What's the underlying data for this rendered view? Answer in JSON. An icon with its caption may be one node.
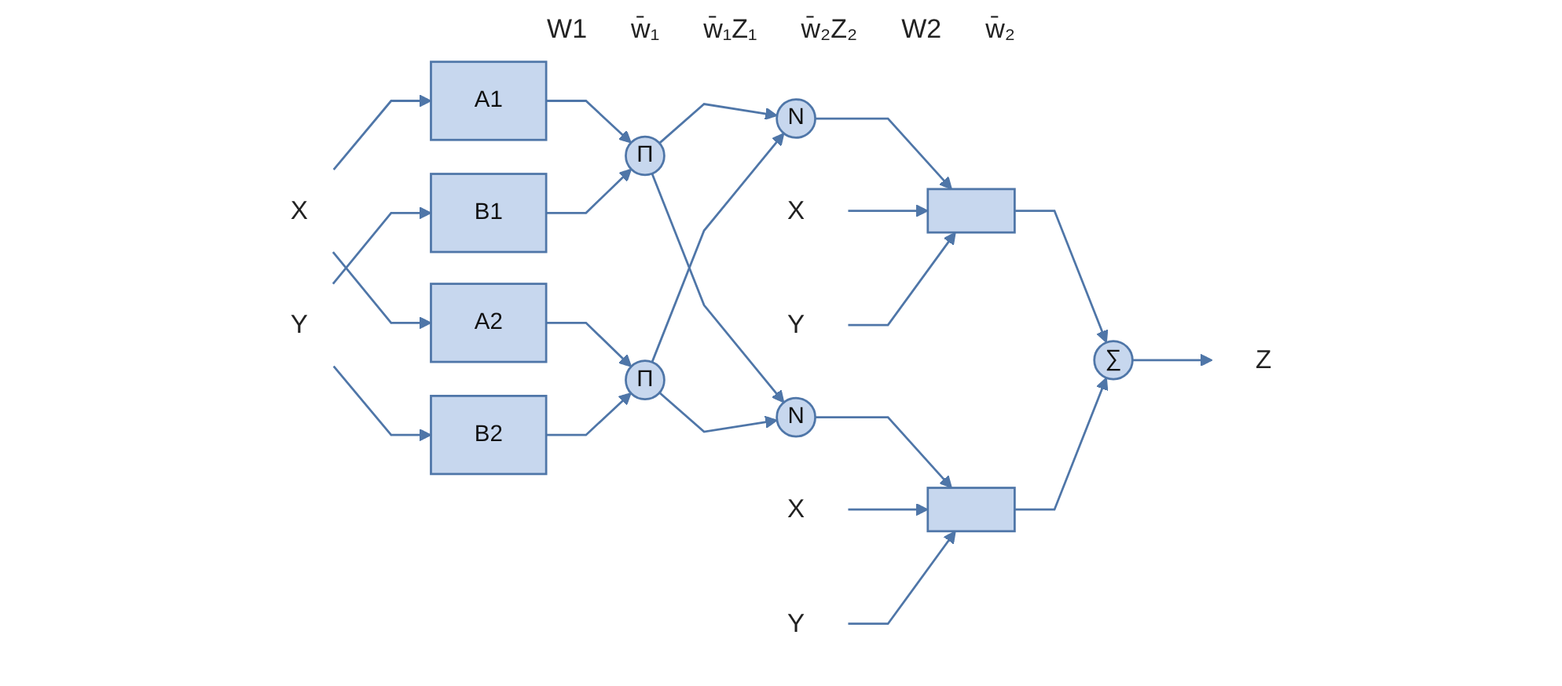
{
  "diagram": {
    "nodes": [
      {
        "text": [
          "X"
        ]
      },
      {
        "text": [
          "A1"
        ]
      },
      {
        "text": [
          "A2"
        ]
      },
      {
        "text": [
          "Y"
        ]
      },
      {
        "text": [
          "B1"
        ]
      },
      {
        "text": [
          "B2"
        ]
      },
      {
        "text": [
          "Π"
        ]
      },
      {
        "text": [
          "Π"
        ]
      },
      {
        "text": [
          "N"
        ]
      },
      {
        "text": [
          "N"
        ]
      },
      {
        "text": [
          "X"
        ]
      },
      {
        "text": [
          "Y"
        ]
      },
      {
        "text": [],
        "shape": "box"
      },
      {
        "text": [],
        "shape": "box"
      },
      {
        "text": [
          "∑"
        ]
      },
      {
        "text": [
          "Z"
        ]
      },
      {
        "text": [
          "X"
        ]
      },
      {
        "text": [
          "Y"
        ]
      }
    ],
    "edges": [
      {
        "from": 0,
        "to": 1,
        "arrow": "to"
      },
      {
        "from": 0,
        "to": 2,
        "arrow": "to"
      },
      {
        "from": 3,
        "to": 4,
        "arrow": "to"
      },
      {
        "from": 3,
        "to": 5,
        "arrow": "to"
      },
      {
        "from": 1,
        "to": 6,
        "arrow": "to"
      },
      {
        "from": 2,
        "to": 7,
        "arrow": "to"
      },
      {
        "from": 4,
        "to": 6,
        "arrow": "to"
      },
      {
        "from": 5,
        "to": 7,
        "arrow": "to"
      },
      {
        "from": 6,
        "to": 8,
        "arrow": "to"
      },
      {
        "from": 6,
        "to": 9,
        "arrow": "to"
      },
      {
        "from": 7,
        "to": 8,
        "arrow": "to"
      },
      {
        "from": 7,
        "to": 9,
        "arrow": "to"
      },
      {
        "from": 8,
        "to": 12,
        "arrow": "to"
      },
      {
        "from": 9,
        "to": 13,
        "arrow": "to"
      },
      {
        "from": 10,
        "to": 12,
        "arrow": "to"
      },
      {
        "from": 11,
        "to": 12,
        "arrow": "to"
      },
      {
        "from": 16,
        "to": 13,
        "arrow": "to"
      },
      {
        "from": 17,
        "to": 13,
        "arrow": "to"
      },
      {
        "from": 12,
        "to": 14,
        "arrow": "to"
      },
      {
        "from": 13,
        "to": 14,
        "arrow": "to"
      },
      {
        "from": 14,
        "to": 15,
        "arrow": "to"
      }
    ],
    "labels": [
      "W1",
      "w̄₁",
      "w̄₁Z₁",
      "w̄₂Z₂",
      "W2",
      "w̄₂"
    ]
  }
}
